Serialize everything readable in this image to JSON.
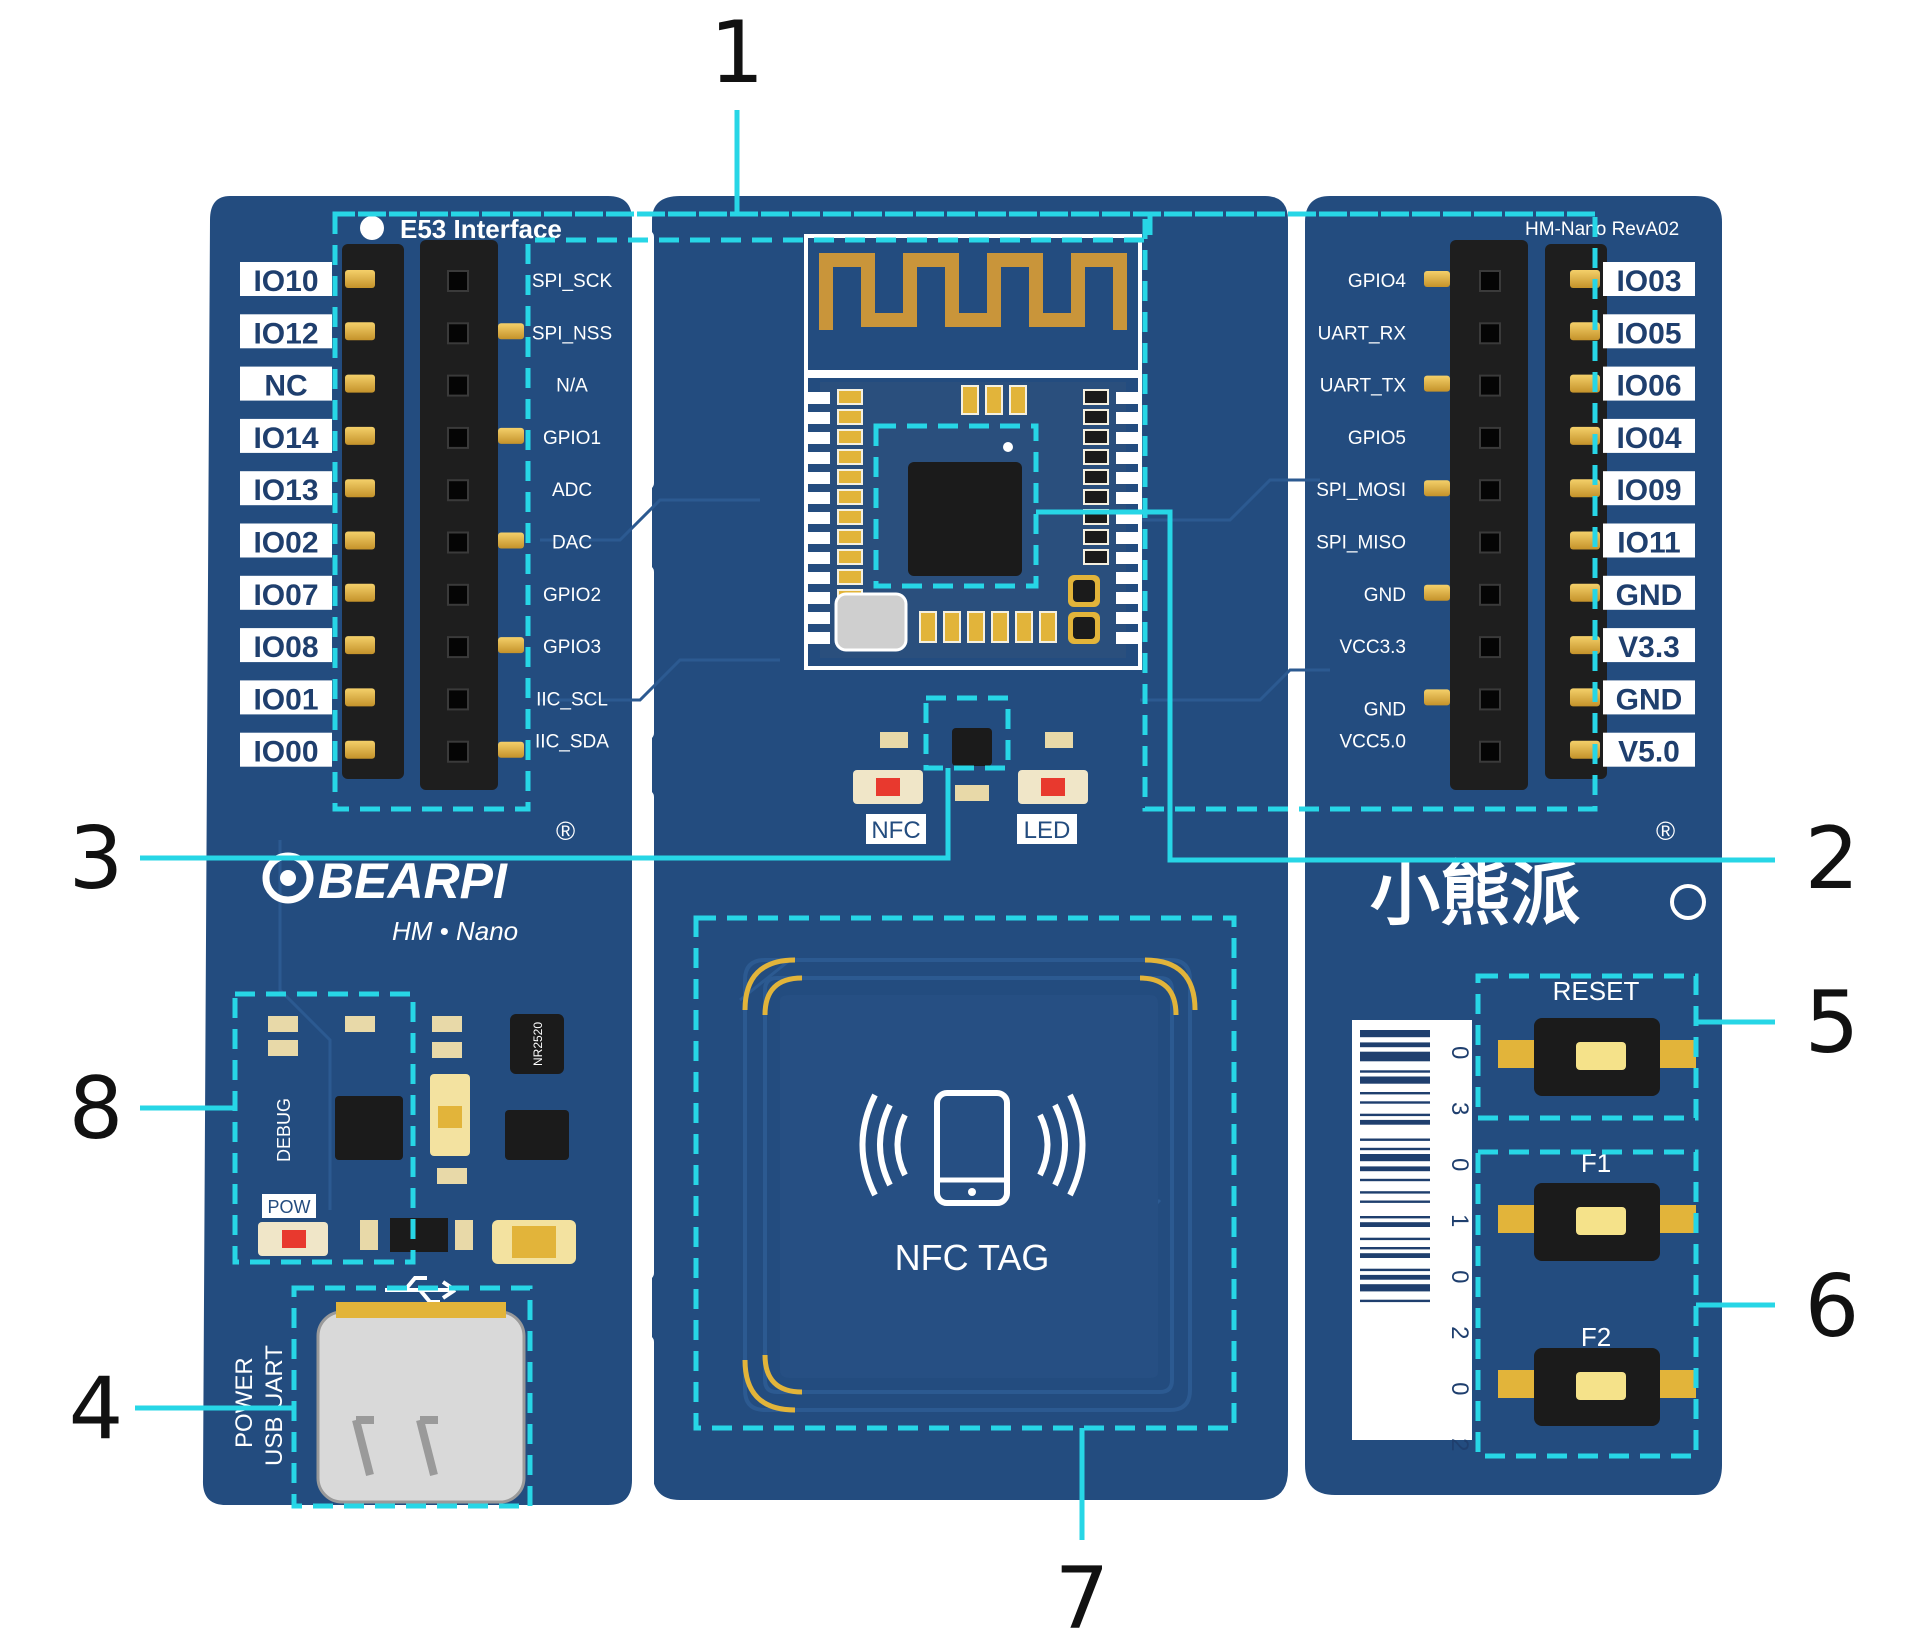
{
  "board": {
    "silkscreen_title": "E53 Interface",
    "revision": "HM-Nano RevA02",
    "brand": "BEARPI",
    "model": "HM • Nano",
    "chinese_name": "小熊派",
    "registered_mark": "®",
    "nfc_label": "NFC",
    "led_label": "LED",
    "nfc_tag_text": "NFC TAG",
    "debug_label": "DEBUG",
    "pow_label": "POW",
    "power_label": "POWER",
    "usb_uart_label": "USB UART",
    "reset_label": "RESET",
    "f1_label": "F1",
    "f2_label": "F2",
    "barcode_digits": "0 3 0 1 0 2 0 2",
    "inductor_label": "NR2520"
  },
  "left_io_tags": [
    "IO10",
    "IO12",
    "NC",
    "IO14",
    "IO13",
    "IO02",
    "IO07",
    "IO08",
    "IO01",
    "IO00"
  ],
  "left_pin_labels": [
    "SPI_SCK",
    "SPI_NSS",
    "N/A",
    "GPIO1",
    "ADC",
    "DAC",
    "GPIO2",
    "GPIO3",
    "IIC_SCL",
    "IIC_SDA"
  ],
  "right_pin_labels": [
    "GPIO4",
    "UART_RX",
    "UART_TX",
    "GPIO5",
    "SPI_MOSI",
    "SPI_MISO",
    "GND",
    "VCC3.3",
    "GND",
    "VCC5.0"
  ],
  "right_io_tags": [
    "IO03",
    "IO05",
    "IO06",
    "IO04",
    "IO09",
    "IO11",
    "GND",
    "V3.3",
    "GND",
    "V5.0"
  ],
  "callouts": [
    "1",
    "2",
    "3",
    "4",
    "5",
    "6",
    "7",
    "8"
  ],
  "colors": {
    "pcb": "#234c7f",
    "dashed_outline": "#27d6e6",
    "gold": "#e2b43a",
    "header_black": "#1e1e1e",
    "silkscreen": "#ffffff",
    "led_red": "#e8392e"
  }
}
